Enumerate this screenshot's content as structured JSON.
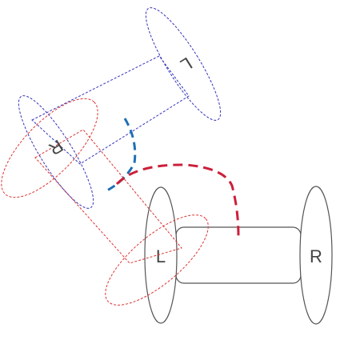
{
  "labels": {
    "solid_left": "L",
    "solid_right": "R",
    "blue_left": "L",
    "blue_right": "R"
  },
  "colors": {
    "solid_stroke": "#555555",
    "blue": "#3333bb",
    "red": "#dd3333",
    "path_blue": "#1f6fb5",
    "path_red": "#cc1f3a"
  }
}
